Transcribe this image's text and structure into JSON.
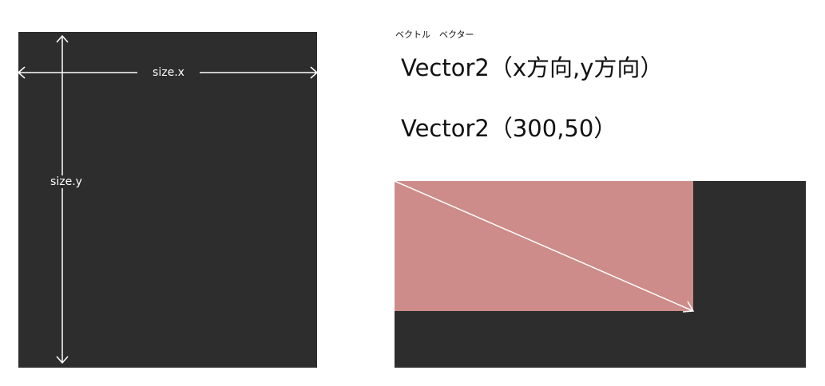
{
  "left_diagram": {
    "size_x_label": "size.x",
    "size_y_label": "size.y"
  },
  "right_diagram": {
    "furigana": "ベクトル　ベクター",
    "formula_generic": "Vector2（x方向,y方向）",
    "formula_example": "Vector2（300,50）"
  },
  "colors": {
    "panel_bg": "#2d2d2d",
    "vector_rect": "#cd8c89",
    "arrow": "#ffffff",
    "text": "#111111"
  }
}
